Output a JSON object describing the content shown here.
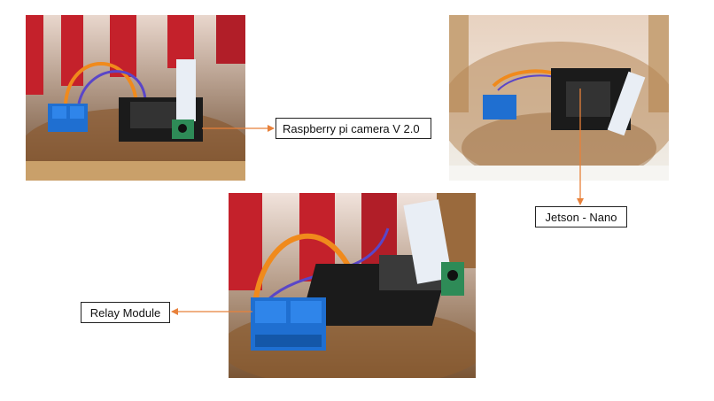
{
  "labels": {
    "camera": "Raspberry pi camera V 2.0",
    "jetson": "Jetson - Nano",
    "relay": "Relay Module"
  },
  "colors": {
    "arrow": "#e8813a",
    "label_border": "#222222",
    "relay_blue": "#1f6fd1",
    "board_black": "#1b1b1b",
    "camera_green": "#2e8b57",
    "wire_orange": "#f08a1c",
    "wire_purple": "#5a46c8",
    "ribbon": "#e9eef5"
  },
  "icons": {
    "arrow_head": "arrowhead-icon"
  }
}
